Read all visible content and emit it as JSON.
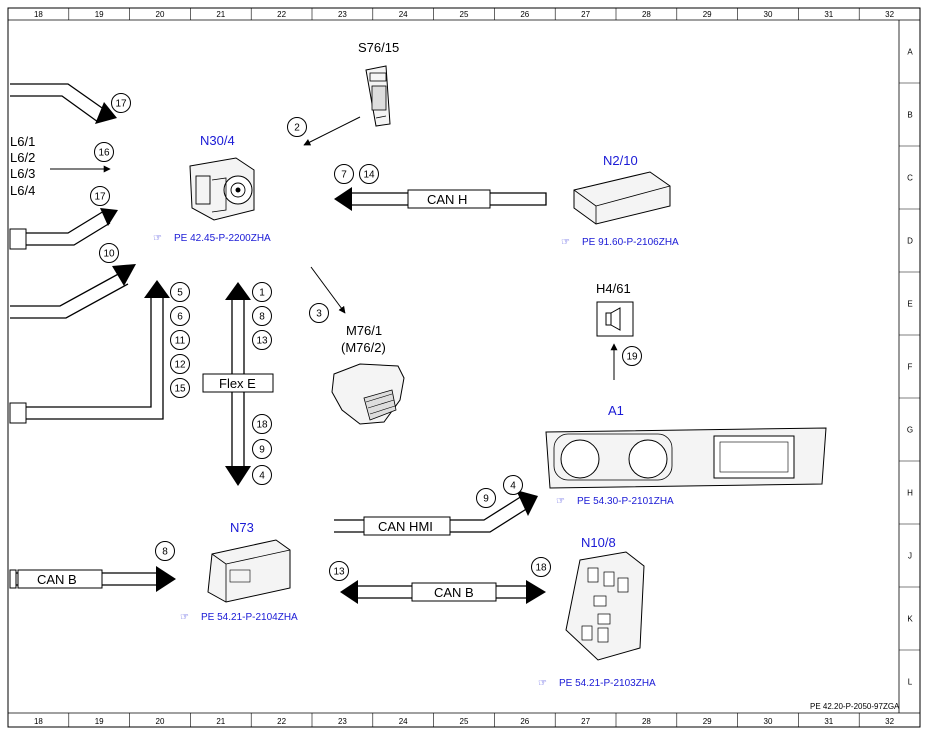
{
  "grid": {
    "columns": [
      "18",
      "19",
      "20",
      "21",
      "22",
      "23",
      "24",
      "25",
      "26",
      "27",
      "28",
      "29",
      "30",
      "31",
      "32"
    ],
    "rows": [
      "A",
      "B",
      "C",
      "D",
      "E",
      "F",
      "G",
      "H",
      "J",
      "K",
      "L"
    ]
  },
  "components": {
    "s76_15": {
      "label": "S76/15"
    },
    "n30_4": {
      "label": "N30/4",
      "ref": "PE 42.45-P-2200ZHA"
    },
    "n2_10": {
      "label": "N2/10",
      "ref": "PE 91.60-P-2106ZHA"
    },
    "h4_61": {
      "label": "H4/61"
    },
    "m76_1": {
      "label": "M76/1",
      "label2": "(M76/2)"
    },
    "a1": {
      "label": "A1",
      "ref": "PE 54.30-P-2101ZHA"
    },
    "n73": {
      "label": "N73",
      "ref": "PE 54.21-P-2104ZHA"
    },
    "n10_8": {
      "label": "N10/8",
      "ref": "PE 54.21-P-2103ZHA"
    }
  },
  "lamps": [
    "L6/1",
    "L6/2",
    "L6/3",
    "L6/4"
  ],
  "buses": {
    "can_h": "CAN H",
    "flex_e": "Flex E",
    "can_hmi": "CAN HMI",
    "can_b_left": "CAN B",
    "can_b_mid": "CAN B"
  },
  "markers": [
    "17",
    "16",
    "17",
    "10",
    "2",
    "7",
    "14",
    "3",
    "5",
    "6",
    "11",
    "12",
    "15",
    "1",
    "8",
    "13",
    "18",
    "9",
    "4",
    "19",
    "9",
    "4",
    "8",
    "13",
    "18"
  ],
  "footer": "PE 42.20-P-2050-97ZGA"
}
